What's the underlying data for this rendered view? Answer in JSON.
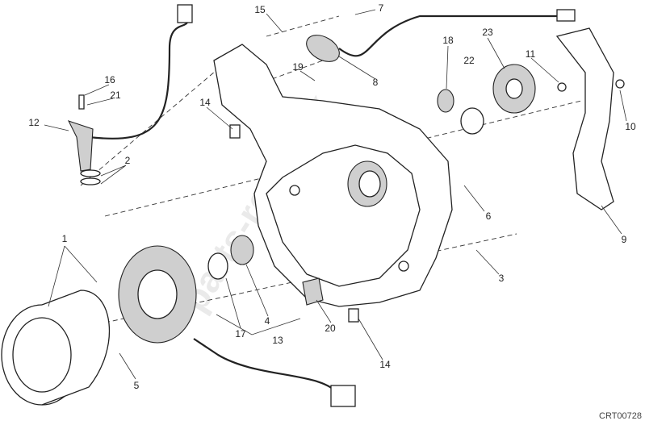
{
  "diagram": {
    "labels": [
      "15",
      "7",
      "18",
      "23",
      "11",
      "16",
      "21",
      "12",
      "2",
      "19",
      "8",
      "22",
      "14",
      "10",
      "6",
      "9",
      "1",
      "3",
      "17",
      "4",
      "13",
      "20",
      "14",
      "5"
    ],
    "drawing_code": "CRT00728",
    "watermark": "parts-republik"
  }
}
